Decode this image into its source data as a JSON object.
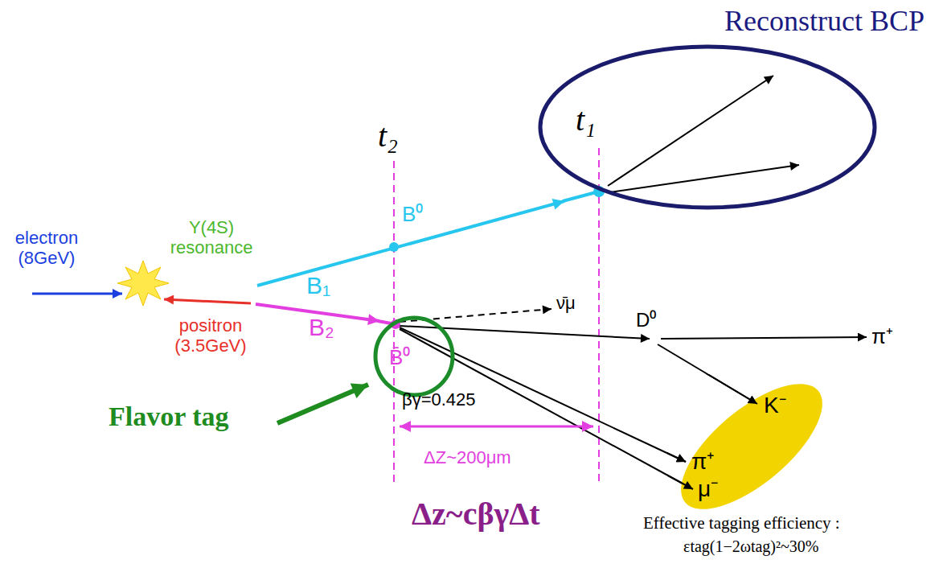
{
  "diagram": {
    "nodes": [
      {
        "text": [
          "Reconstruct BCP"
        ]
      },
      {
        "text": [
          "B̄⁰"
        ]
      },
      {
        "text": [
          "K⁻",
          "π⁺",
          "μ⁻"
        ]
      }
    ],
    "labels": [
      "electron (8GeV)",
      "Y(4S) resonance",
      "positron (3.5GeV)",
      "B₁",
      "B₂",
      "t₂",
      "B⁰",
      "t₁",
      "ν̄μ",
      "D⁰",
      "π⁺",
      "βγ=0.425",
      "ΔZ~200μm",
      "Flavor tag",
      "Δz~cβγΔt",
      "Effective tagging efficiency :",
      "εtag(1−2ωtag)²~30%"
    ]
  }
}
